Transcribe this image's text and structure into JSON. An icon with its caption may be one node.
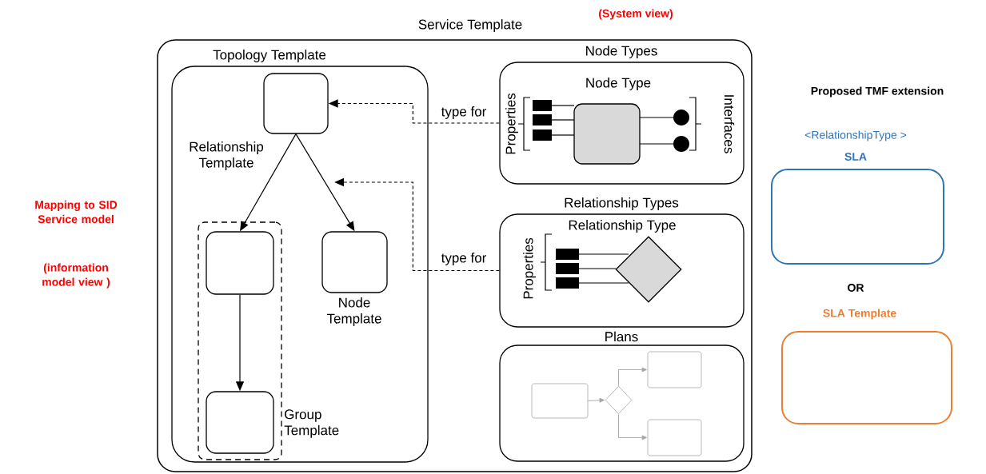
{
  "diagram": {
    "nodes": [
      {
        "text": [
          "Service Template"
        ]
      },
      {
        "text": [
          "Topology Template"
        ],
        "in": 0
      },
      {
        "text": [],
        "shape": "box",
        "in": 1
      },
      {
        "text": [
          "Group Template"
        ],
        "in": 1
      },
      {
        "text": [],
        "shape": "box",
        "in": 3
      },
      {
        "text": [
          "Node Template"
        ],
        "in": 1
      },
      {
        "text": [],
        "shape": "box",
        "in": 3
      },
      {
        "text": [
          "Node Types"
        ],
        "in": 0
      },
      {
        "text": [
          "Node Type"
        ],
        "in": 7
      },
      {
        "text": [
          "Relationship Types"
        ],
        "in": 0
      },
      {
        "text": [
          "Relationship Type"
        ],
        "in": 9
      },
      {
        "text": [
          "Plans"
        ],
        "in": 0
      },
      {
        "text": [],
        "shape": "box",
        "in": 11
      },
      {
        "text": [],
        "shape": "diamond",
        "in": 11
      },
      {
        "text": [],
        "shape": "box",
        "in": 11
      },
      {
        "text": [],
        "shape": "box",
        "in": 11
      },
      {
        "text": [
          "<RelationshipType >",
          "SLA"
        ]
      },
      {
        "text": [
          "SLA Template"
        ]
      }
    ],
    "edges": [
      {
        "from": 2,
        "to": 4,
        "arrow": "to"
      },
      {
        "from": 2,
        "to": 5,
        "arrow": "to"
      },
      {
        "from": 4,
        "to": 6,
        "arrow": "to"
      },
      {
        "from": 7,
        "to": 2,
        "arrow": "to",
        "label": "type for",
        "style": "dashed"
      },
      {
        "from": 9,
        "to": null,
        "arrow": "to",
        "label": "type for",
        "style": "dashed"
      },
      {
        "from": 12,
        "to": 13,
        "arrow": "to",
        "color": "#a6a6a6"
      },
      {
        "from": 13,
        "to": 14,
        "arrow": "to",
        "color": "#a6a6a6"
      },
      {
        "from": 13,
        "to": 15,
        "arrow": "to",
        "color": "#a6a6a6"
      }
    ],
    "labels": [
      "(System view)",
      "Relationship Template",
      "Properties",
      "Interfaces",
      "Properties",
      "Proposed TMF extension",
      "OR",
      "Mapping to SID Service model",
      "(information model view )"
    ]
  }
}
